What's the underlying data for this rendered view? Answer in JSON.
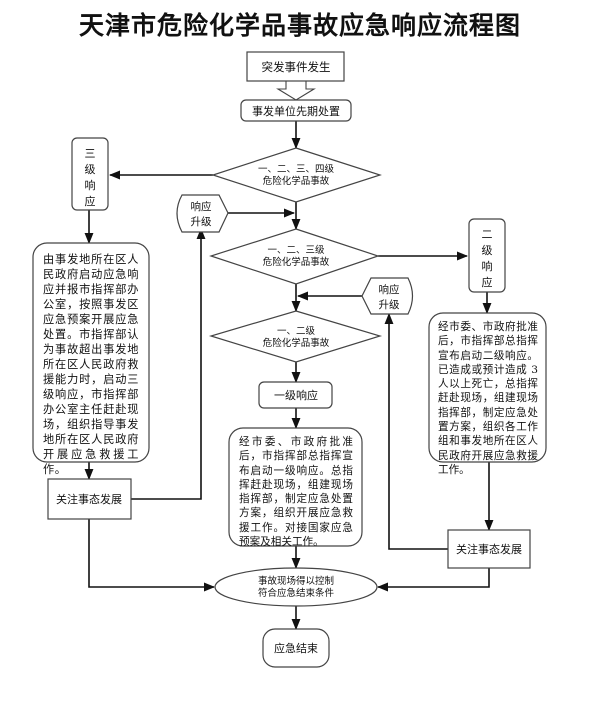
{
  "title": "天津市危险化学品事故应急响应流程图",
  "nodes": {
    "start": "突发事件发生",
    "initial": "事发单位先期处置",
    "decision_all": [
      "一、二、三、四级",
      "危险化学品事故"
    ],
    "decision_123": [
      "一、二、三级",
      "危险化学品事故"
    ],
    "decision_12": [
      "一、二级",
      "危险化学品事故"
    ],
    "level3": [
      "三",
      "级",
      "响",
      "应"
    ],
    "level2": [
      "二",
      "级",
      "响",
      "应"
    ],
    "level1": "一级响应",
    "upgrade_left": [
      "响应",
      "升级"
    ],
    "upgrade_right": [
      "响应",
      "升级"
    ],
    "level3_detail": "由事发地所在区人民政府启动应急响应并报市指挥部办公室，按照事发区应急预案开展应急处置。市指挥部认为事故超出事发地所在区人民政府救援能力时，启动三级响应，市指挥部办公室主任赶赴现场，组织指导事发地所在区人民政府开展应急救援工作。",
    "level2_detail": "经市委、市政府批准后，市指挥部总指挥宣布启动二级响应。已造成或预计造成 3 人以上死亡，总指挥赶赴现场，组建现场指挥部，制定应急处置方案，组织各工作组和事发地所在区人民政府开展应急救援工作。",
    "level1_detail": "经市委、市政府批准后，市指挥部总指挥宣布启动一级响应。总指挥赶赴现场，组建现场指挥部，制定应急处置方案，组织开展应急救援工作。对接国家应急预案及相关工作。",
    "monitor_left": "关注事态发展",
    "monitor_right": "关注事态发展",
    "end_condition": [
      "事故现场得以控制",
      "符合应急结束条件"
    ],
    "end": "应急结束"
  }
}
